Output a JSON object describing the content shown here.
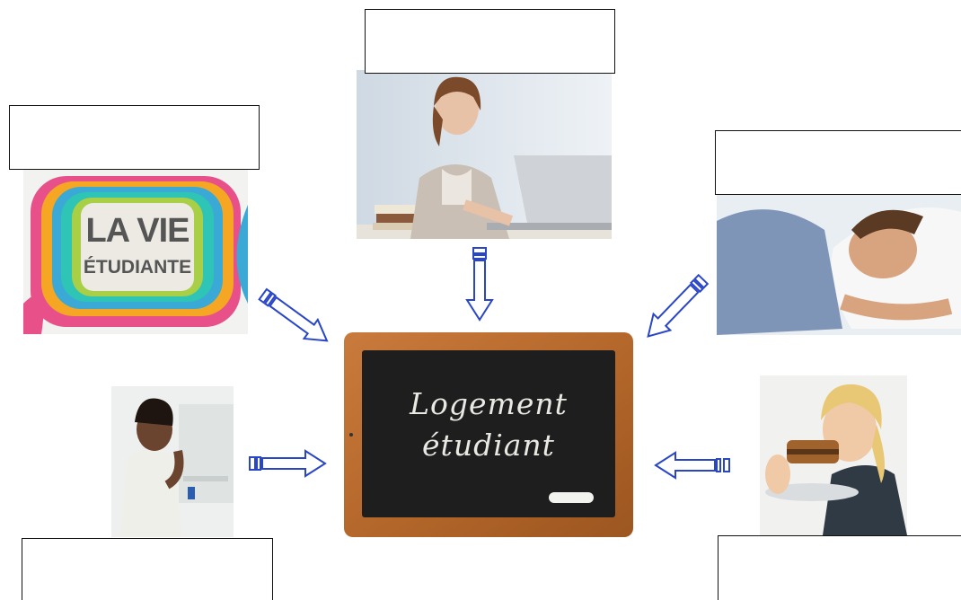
{
  "center": {
    "line1": "Logement",
    "line2": "étudiant"
  },
  "logo": {
    "line1": "LA VIE",
    "line2": "ÉTUDIANTE"
  },
  "label_boxes": [
    {
      "id": "top",
      "text": ""
    },
    {
      "id": "top-left",
      "text": ""
    },
    {
      "id": "right-top",
      "text": ""
    },
    {
      "id": "bottom-left",
      "text": ""
    },
    {
      "id": "bottom-right",
      "text": ""
    }
  ],
  "colors": {
    "arrow": "#2946c9",
    "chalkboard": "#1e1e1e",
    "frame": "#b5682b"
  }
}
